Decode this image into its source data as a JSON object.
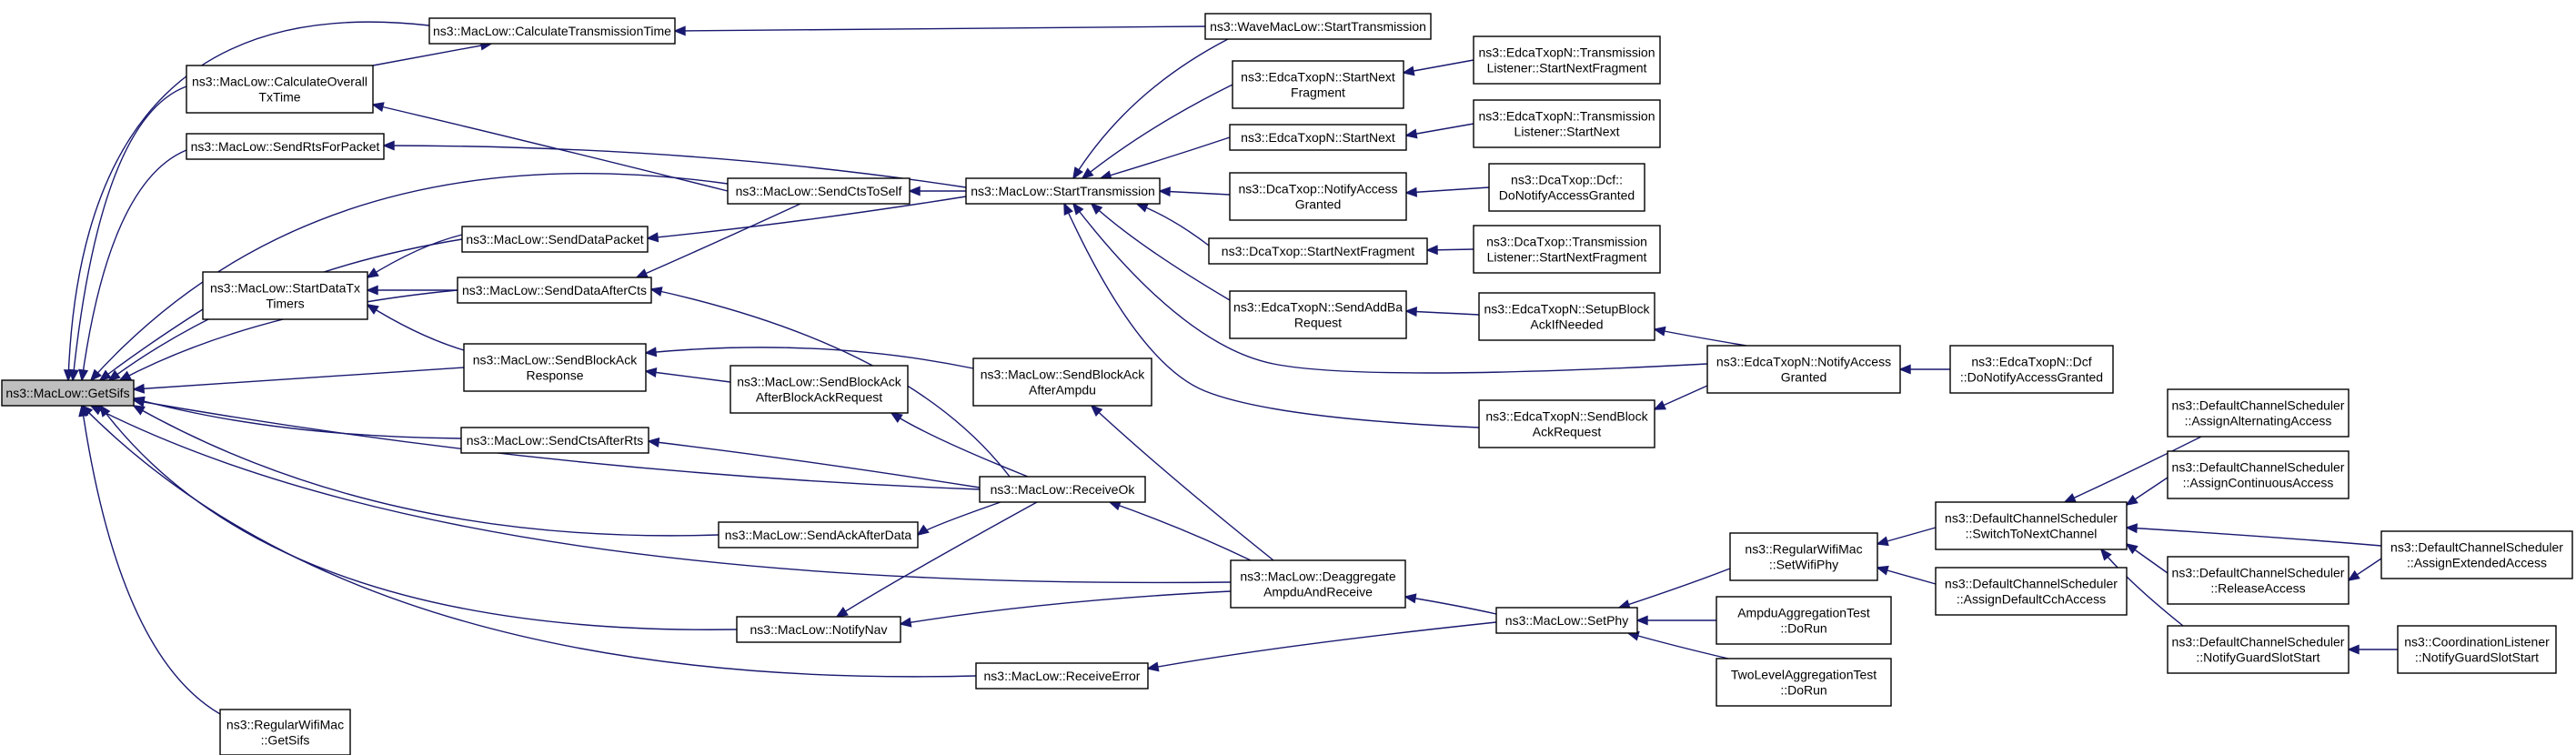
{
  "graph": {
    "title": "",
    "colors": {
      "edge": "#191970",
      "root_fill": "#bfbfbf",
      "node_fill": "#ffffff",
      "node_border": "#000000"
    },
    "nodes": [
      {
        "id": "GetSifs",
        "lines": [
          "ns3::MacLow::GetSifs"
        ],
        "root": true
      },
      {
        "id": "CalcTxTime",
        "lines": [
          "ns3::MacLow::CalculateTransmissionTime"
        ]
      },
      {
        "id": "CalcOverall",
        "lines": [
          "ns3::MacLow::CalculateOverall",
          "TxTime"
        ]
      },
      {
        "id": "SendRts",
        "lines": [
          "ns3::MacLow::SendRtsForPacket"
        ]
      },
      {
        "id": "StartDataTx",
        "lines": [
          "ns3::MacLow::StartDataTx",
          "Timers"
        ]
      },
      {
        "id": "RegGetSifs",
        "lines": [
          "ns3::RegularWifiMac",
          "::GetSifs"
        ]
      },
      {
        "id": "SendCtsToSelf",
        "lines": [
          "ns3::MacLow::SendCtsToSelf"
        ]
      },
      {
        "id": "SendDataPacket",
        "lines": [
          "ns3::MacLow::SendDataPacket"
        ]
      },
      {
        "id": "SendDataAfterCts",
        "lines": [
          "ns3::MacLow::SendDataAfterCts"
        ]
      },
      {
        "id": "SendBAResp",
        "lines": [
          "ns3::MacLow::SendBlockAck",
          "Response"
        ]
      },
      {
        "id": "SendCtsAfterRts",
        "lines": [
          "ns3::MacLow::SendCtsAfterRts"
        ]
      },
      {
        "id": "SendAckAfterData",
        "lines": [
          "ns3::MacLow::SendAckAfterData"
        ]
      },
      {
        "id": "NotifyNav",
        "lines": [
          "ns3::MacLow::NotifyNav"
        ]
      },
      {
        "id": "SendBAAfterBAR",
        "lines": [
          "ns3::MacLow::SendBlockAck",
          "AfterBlockAckRequest"
        ]
      },
      {
        "id": "WaveStartTx",
        "lines": [
          "ns3::WaveMacLow::StartTransmission"
        ]
      },
      {
        "id": "StartTx",
        "lines": [
          "ns3::MacLow::StartTransmission"
        ]
      },
      {
        "id": "SendBAAfterAmpdu",
        "lines": [
          "ns3::MacLow::SendBlockAck",
          "AfterAmpdu"
        ]
      },
      {
        "id": "ReceiveOk",
        "lines": [
          "ns3::MacLow::ReceiveOk"
        ]
      },
      {
        "id": "ReceiveError",
        "lines": [
          "ns3::MacLow::ReceiveError"
        ]
      },
      {
        "id": "EdcaStartNextFrag",
        "lines": [
          "ns3::EdcaTxopN::StartNext",
          "Fragment"
        ]
      },
      {
        "id": "EdcaStartNext",
        "lines": [
          "ns3::EdcaTxopN::StartNext"
        ]
      },
      {
        "id": "DcaNotifyAccess",
        "lines": [
          "ns3::DcaTxop::NotifyAccess",
          "Granted"
        ]
      },
      {
        "id": "DcaStartNextFrag",
        "lines": [
          "ns3::DcaTxop::StartNextFragment"
        ]
      },
      {
        "id": "EdcaSendAddBa",
        "lines": [
          "ns3::EdcaTxopN::SendAddBa",
          "Request"
        ]
      },
      {
        "id": "Deaggregate",
        "lines": [
          "ns3::MacLow::Deaggregate",
          "AmpduAndReceive"
        ]
      },
      {
        "id": "EdcaTLStartNextFrag",
        "lines": [
          "ns3::EdcaTxopN::Transmission",
          "Listener::StartNextFragment"
        ]
      },
      {
        "id": "EdcaTLStartNext",
        "lines": [
          "ns3::EdcaTxopN::Transmission",
          "Listener::StartNext"
        ]
      },
      {
        "id": "DcaDoNotify",
        "lines": [
          "ns3::DcaTxop::Dcf::",
          "DoNotifyAccessGranted"
        ]
      },
      {
        "id": "DcaTLStartNextFrag",
        "lines": [
          "ns3::DcaTxop::Transmission",
          "Listener::StartNextFragment"
        ]
      },
      {
        "id": "EdcaSetupBlockAck",
        "lines": [
          "ns3::EdcaTxopN::SetupBlock",
          "AckIfNeeded"
        ]
      },
      {
        "id": "EdcaSendBlockAckReq",
        "lines": [
          "ns3::EdcaTxopN::SendBlock",
          "AckRequest"
        ]
      },
      {
        "id": "SetPhy",
        "lines": [
          "ns3::MacLow::SetPhy"
        ]
      },
      {
        "id": "EdcaNotifyAccess",
        "lines": [
          "ns3::EdcaTxopN::NotifyAccess",
          "Granted"
        ]
      },
      {
        "id": "RegSetWifiPhy",
        "lines": [
          "ns3::RegularWifiMac",
          "::SetWifiPhy"
        ]
      },
      {
        "id": "AmpduTest",
        "lines": [
          "AmpduAggregationTest",
          "::DoRun"
        ]
      },
      {
        "id": "TwoLevelTest",
        "lines": [
          "TwoLevelAggregationTest",
          "::DoRun"
        ]
      },
      {
        "id": "EdcaDcfDoNotify",
        "lines": [
          "ns3::EdcaTxopN::Dcf",
          "::DoNotifyAccessGranted"
        ]
      },
      {
        "id": "DCSSwitch",
        "lines": [
          "ns3::DefaultChannelScheduler",
          "::SwitchToNextChannel"
        ]
      },
      {
        "id": "DCSAssignDefault",
        "lines": [
          "ns3::DefaultChannelScheduler",
          "::AssignDefaultCchAccess"
        ]
      },
      {
        "id": "DCSAssignAlt",
        "lines": [
          "ns3::DefaultChannelScheduler",
          "::AssignAlternatingAccess"
        ]
      },
      {
        "id": "DCSAssignCont",
        "lines": [
          "ns3::DefaultChannelScheduler",
          "::AssignContinuousAccess"
        ]
      },
      {
        "id": "DCSRelease",
        "lines": [
          "ns3::DefaultChannelScheduler",
          "::ReleaseAccess"
        ]
      },
      {
        "id": "DCSNotifyGuard",
        "lines": [
          "ns3::DefaultChannelScheduler",
          "::NotifyGuardSlotStart"
        ]
      },
      {
        "id": "DCSAssignExt",
        "lines": [
          "ns3::DefaultChannelScheduler",
          "::AssignExtendedAccess"
        ]
      },
      {
        "id": "CoordNotifyGuard",
        "lines": [
          "ns3::CoordinationListener",
          "::NotifyGuardSlotStart"
        ]
      }
    ],
    "edges": [
      {
        "from": "CalcTxTime",
        "to": "GetSifs"
      },
      {
        "from": "CalcOverall",
        "to": "GetSifs"
      },
      {
        "from": "SendRts",
        "to": "GetSifs"
      },
      {
        "from": "StartDataTx",
        "to": "GetSifs"
      },
      {
        "from": "RegGetSifs",
        "to": "GetSifs"
      },
      {
        "from": "SendCtsToSelf",
        "to": "GetSifs"
      },
      {
        "from": "SendDataPacket",
        "to": "GetSifs"
      },
      {
        "from": "SendDataAfterCts",
        "to": "GetSifs"
      },
      {
        "from": "SendBAResp",
        "to": "GetSifs"
      },
      {
        "from": "SendCtsAfterRts",
        "to": "GetSifs"
      },
      {
        "from": "SendAckAfterData",
        "to": "GetSifs"
      },
      {
        "from": "NotifyNav",
        "to": "GetSifs"
      },
      {
        "from": "ReceiveOk",
        "to": "GetSifs"
      },
      {
        "from": "Deaggregate",
        "to": "GetSifs"
      },
      {
        "from": "ReceiveError",
        "to": "GetSifs"
      },
      {
        "from": "CalcOverall",
        "to": "CalcTxTime"
      },
      {
        "from": "WaveStartTx",
        "to": "CalcTxTime"
      },
      {
        "from": "SendCtsToSelf",
        "to": "CalcOverall"
      },
      {
        "from": "StartTx",
        "to": "SendRts"
      },
      {
        "from": "SendDataPacket",
        "to": "StartDataTx"
      },
      {
        "from": "SendDataAfterCts",
        "to": "StartDataTx"
      },
      {
        "from": "SendBAResp",
        "to": "StartDataTx"
      },
      {
        "from": "StartTx",
        "to": "SendCtsToSelf"
      },
      {
        "from": "StartTx",
        "to": "SendDataPacket"
      },
      {
        "from": "SendCtsToSelf",
        "to": "SendDataAfterCts"
      },
      {
        "from": "ReceiveOk",
        "to": "SendDataAfterCts"
      },
      {
        "from": "SendBAAfterBAR",
        "to": "SendBAResp"
      },
      {
        "from": "SendBAAfterAmpdu",
        "to": "SendBAResp"
      },
      {
        "from": "ReceiveOk",
        "to": "SendCtsAfterRts"
      },
      {
        "from": "ReceiveOk",
        "to": "SendAckAfterData"
      },
      {
        "from": "ReceiveOk",
        "to": "NotifyNav"
      },
      {
        "from": "Deaggregate",
        "to": "NotifyNav"
      },
      {
        "from": "ReceiveOk",
        "to": "SendBAAfterBAR"
      },
      {
        "from": "WaveStartTx",
        "to": "StartTx"
      },
      {
        "from": "EdcaStartNextFrag",
        "to": "StartTx"
      },
      {
        "from": "EdcaStartNext",
        "to": "StartTx"
      },
      {
        "from": "DcaNotifyAccess",
        "to": "StartTx"
      },
      {
        "from": "DcaStartNextFrag",
        "to": "StartTx"
      },
      {
        "from": "EdcaSendAddBa",
        "to": "StartTx"
      },
      {
        "from": "EdcaNotifyAccess",
        "to": "StartTx"
      },
      {
        "from": "EdcaSendBlockAckReq",
        "to": "StartTx"
      },
      {
        "from": "Deaggregate",
        "to": "SendBAAfterAmpdu"
      },
      {
        "from": "Deaggregate",
        "to": "ReceiveOk"
      },
      {
        "from": "SetPhy",
        "to": "ReceiveError"
      },
      {
        "from": "SetPhy",
        "to": "Deaggregate"
      },
      {
        "from": "EdcaTLStartNextFrag",
        "to": "EdcaStartNextFrag"
      },
      {
        "from": "EdcaTLStartNext",
        "to": "EdcaStartNext"
      },
      {
        "from": "DcaDoNotify",
        "to": "DcaNotifyAccess"
      },
      {
        "from": "DcaTLStartNextFrag",
        "to": "DcaStartNextFrag"
      },
      {
        "from": "EdcaSetupBlockAck",
        "to": "EdcaSendAddBa"
      },
      {
        "from": "EdcaNotifyAccess",
        "to": "EdcaSetupBlockAck"
      },
      {
        "from": "EdcaNotifyAccess",
        "to": "EdcaSendBlockAckReq"
      },
      {
        "from": "RegSetWifiPhy",
        "to": "SetPhy"
      },
      {
        "from": "AmpduTest",
        "to": "SetPhy"
      },
      {
        "from": "TwoLevelTest",
        "to": "SetPhy"
      },
      {
        "from": "EdcaDcfDoNotify",
        "to": "EdcaNotifyAccess"
      },
      {
        "from": "DCSSwitch",
        "to": "RegSetWifiPhy"
      },
      {
        "from": "DCSAssignDefault",
        "to": "RegSetWifiPhy"
      },
      {
        "from": "DCSAssignAlt",
        "to": "DCSSwitch"
      },
      {
        "from": "DCSAssignCont",
        "to": "DCSSwitch"
      },
      {
        "from": "DCSAssignExt",
        "to": "DCSSwitch"
      },
      {
        "from": "DCSRelease",
        "to": "DCSSwitch"
      },
      {
        "from": "DCSNotifyGuard",
        "to": "DCSSwitch"
      },
      {
        "from": "DCSAssignExt",
        "to": "DCSRelease"
      },
      {
        "from": "CoordNotifyGuard",
        "to": "DCSNotifyGuard"
      }
    ]
  }
}
